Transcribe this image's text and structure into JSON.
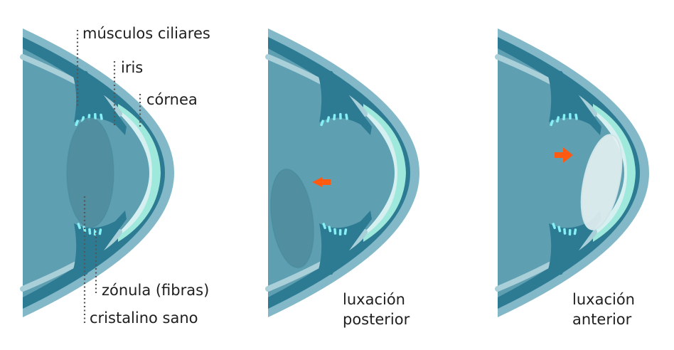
{
  "colors": {
    "background": "#ffffff",
    "globe": "#5f9fb2",
    "sclera_outer": "#82b8c7",
    "sclera_dark": "#2d7b93",
    "highlight": "#a9cfd9",
    "cornea": "#d6f0f1",
    "cornea_edge": "#9ee8dc",
    "lens": "#4f8c9c",
    "zonule": "#86f0f5",
    "arrow": "#ff5a12",
    "leader": "#555555",
    "text": "#1f1f1f"
  },
  "panels": [
    {
      "id": "healthy",
      "labels": {
        "ciliary_muscles": "músculos ciliares",
        "iris": "iris",
        "cornea": "córnea",
        "zonule": "zónula (fibras)",
        "healthy_lens": "cristalino sano"
      }
    },
    {
      "id": "posterior",
      "caption_lines": [
        "luxación",
        "posterior"
      ],
      "arrow_direction": "left"
    },
    {
      "id": "anterior",
      "caption_lines": [
        "luxación",
        "anterior"
      ],
      "arrow_direction": "right"
    }
  ]
}
